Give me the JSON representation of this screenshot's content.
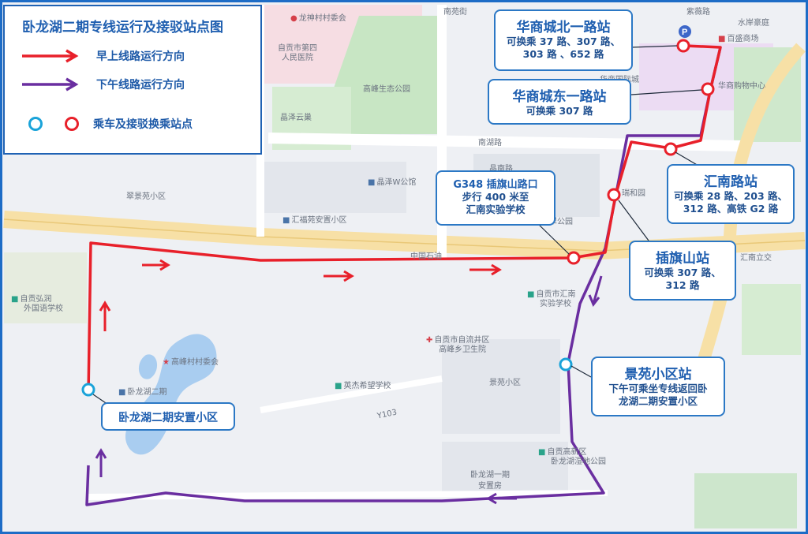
{
  "legend": {
    "title": "卧龙湖二期专线运行及接驳站点图",
    "morning": "早上线路运行方向",
    "afternoon": "下午线路运行方向",
    "stops": "乘车及接驳换乘站点"
  },
  "colors": {
    "morning": "#e8202a",
    "afternoon": "#6a2ea0",
    "stop_blue": "#1aa3d9",
    "stop_red": "#e8202a",
    "frame": "#1d6cc6"
  },
  "stations": {
    "huashang_north": {
      "name": "华商城北一路站",
      "transfer1": "可换乘 37 路、307 路、",
      "transfer2": "303 路 、652 路"
    },
    "huashang_east": {
      "name": "华商城东一路站",
      "transfer": "可换乘 307 路"
    },
    "g348": {
      "name": "G348 插旗山路口",
      "line2": "步行 400 米至",
      "line3": "汇南实验学校"
    },
    "huinan": {
      "name": "汇南路站",
      "transfer1": "可换乘 28 路、203 路、",
      "transfer2": "312 路、高铁 G2 路"
    },
    "chaqishan": {
      "name": "插旗山站",
      "transfer1": "可换乘 307 路、",
      "transfer2": "312 路"
    },
    "jingyuan": {
      "name": "景苑小区站",
      "line2": "下午可乘坐专线返回卧",
      "line3": "龙湖二期安置小区"
    },
    "wolonghu": {
      "name": "卧龙湖二期安置小区"
    }
  },
  "places": {
    "longshen": "龙神村村委会",
    "hospital1": "自贡市第四",
    "hospital2": "人民医院",
    "park": "高峰生态公园",
    "jingze_yunchao": "晶泽云巢",
    "nanhu_road": "南湖路",
    "jingze_w": "晶泽W公馆",
    "cuiyuan": "翠景苑小区",
    "huifu": "汇福苑安置小区",
    "cuijing_big": "翡翠公园",
    "zhongguo_shihua": "中国石油",
    "hongrun1": "自贡弘润",
    "hongrun2": "外国语学校",
    "gaofeng_village": "高峰村村委会",
    "health1": "自贡市自流井区",
    "health2": "高峰乡卫生院",
    "yingjie": "英杰希望学校",
    "jingyuan_xq": "景苑小区",
    "wolonghu1": "卧龙湖一期",
    "wolonghu1b": "安置房",
    "hightech": "自贡高新区",
    "hightech2": "卧龙湖湿地公园",
    "experimental1": "自贡市汇南",
    "experimental2": "实验学校",
    "wolonghu2_label": "卧龙湖二期",
    "y103": "Y103",
    "shuian": "水岸豪庭",
    "baisheng": "百盛商场",
    "huashang_shopping": "华商购物中心",
    "huashang_intl": "华商国际城",
    "ruihe": "瑞和园",
    "nanyuan": "南苑街",
    "huinan_overpass": "汇南立交",
    "jingnan": "晶南路",
    "zhangjiawan": "紫薇路"
  }
}
